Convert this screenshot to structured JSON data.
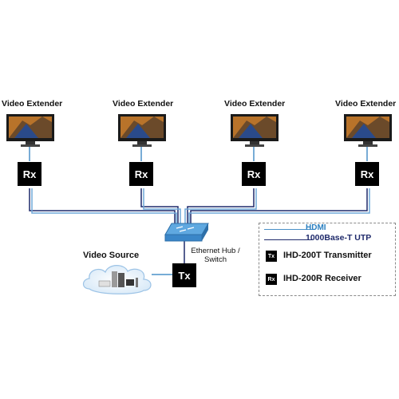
{
  "extenders": [
    {
      "label": "Video Extender",
      "receiver": "Rx"
    },
    {
      "label": "Video Extender",
      "receiver": "Rx"
    },
    {
      "label": "Video Extender",
      "receiver": "Rx"
    },
    {
      "label": "Video Extender",
      "receiver": "Rx"
    }
  ],
  "source": {
    "label": "Video Source",
    "transmitter": "Tx"
  },
  "hub": {
    "label_line1": "Ethernet Hub /",
    "label_line2": "Switch"
  },
  "legend": {
    "hdmi": {
      "label": "HDMI",
      "color": "#4a90c8"
    },
    "utp": {
      "label": "1000Base-T UTP",
      "color": "#1f2a6b"
    },
    "tx": {
      "icon": "Tx",
      "label": "IHD-200T Transmitter"
    },
    "rx": {
      "icon": "Rx",
      "label": "IHD-200R Receiver"
    }
  }
}
